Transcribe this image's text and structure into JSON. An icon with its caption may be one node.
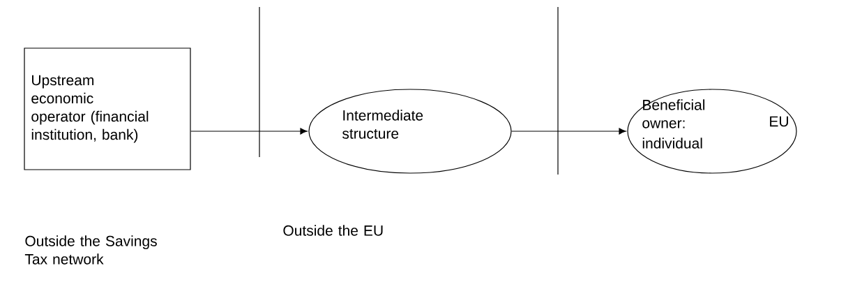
{
  "diagram": {
    "nodes": [
      {
        "text": [
          "Upstream economic operator (financial institution, bank)"
        ]
      },
      {
        "text": [
          "Intermediate structure"
        ]
      },
      {
        "text": [
          "Beneficial owner:",
          "EU",
          "individual"
        ]
      }
    ],
    "edges": [
      {
        "from": 0,
        "to": 1,
        "arrow": "to"
      },
      {
        "from": 1,
        "to": 2,
        "arrow": "to"
      }
    ],
    "labels": [
      "Outside the Savings Tax network",
      "Outside the EU"
    ]
  }
}
